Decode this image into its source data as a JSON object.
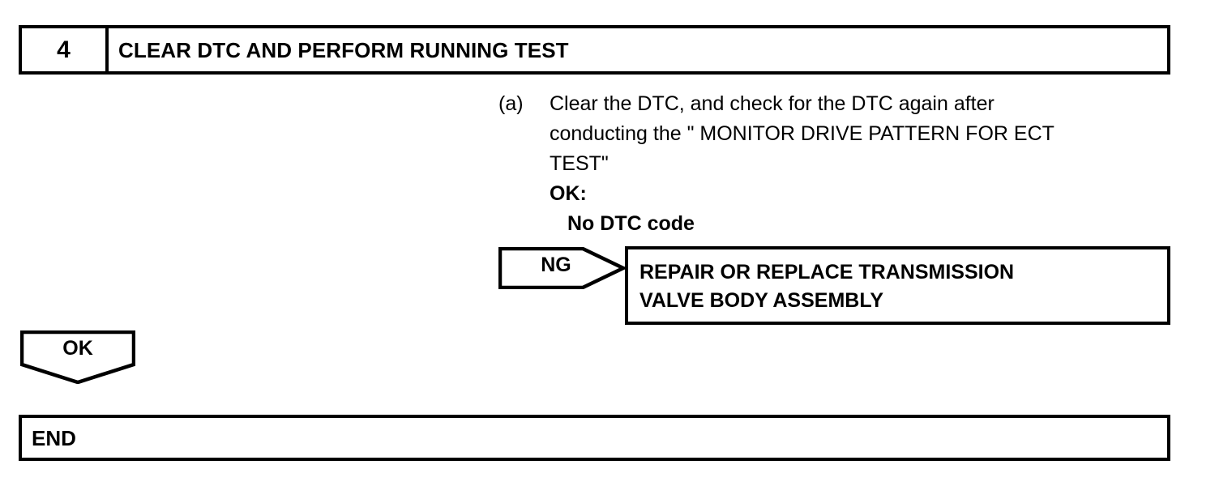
{
  "document": {
    "type": "diagnostic-flowchart-step",
    "background_color": "#ffffff",
    "line_color": "#000000"
  },
  "step_header": {
    "number": "4",
    "title": "CLEAR DTC AND PERFORM RUNNING TEST"
  },
  "procedure": {
    "marker": "(a)",
    "lines": [
      "Clear the DTC, and check for the DTC again after",
      "conducting the \" MONITOR DRIVE PATTERN FOR ECT",
      "TEST\""
    ],
    "ok_label": "OK:",
    "ok_value": "No DTC code"
  },
  "ng_branch": {
    "label": "NG",
    "result_lines": [
      "REPAIR OR REPLACE TRANSMISSION",
      "VALVE BODY ASSEMBLY"
    ]
  },
  "ok_branch": {
    "label": "OK",
    "end_label": "END"
  }
}
